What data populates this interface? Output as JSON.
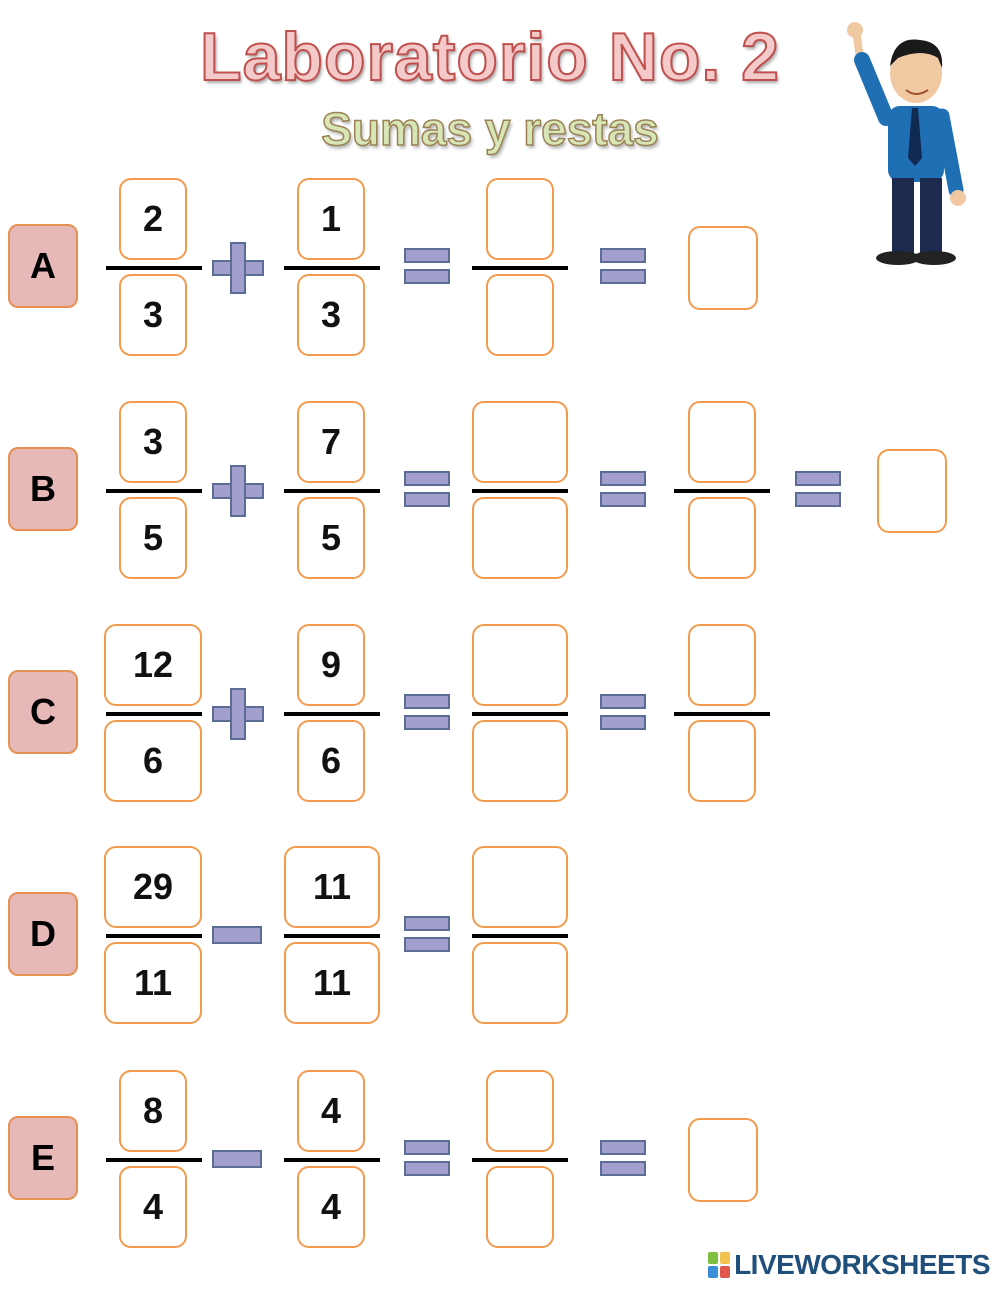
{
  "title": "Laboratorio No. 2",
  "subtitle": "Sumas y restas",
  "brand": "LIVEWORKSHEETS",
  "colors": {
    "box_border": "#f29b4e",
    "label_bg": "#e6b8b7",
    "operator_fill": "#a29fcf",
    "operator_border": "#5b6d95"
  },
  "exercises": [
    {
      "label": "A",
      "f1": {
        "num": "2",
        "den": "3"
      },
      "op": "plus",
      "f2": {
        "num": "1",
        "den": "3"
      }
    },
    {
      "label": "B",
      "f1": {
        "num": "3",
        "den": "5"
      },
      "op": "plus",
      "f2": {
        "num": "7",
        "den": "5"
      }
    },
    {
      "label": "C",
      "f1": {
        "num": "12",
        "den": "6"
      },
      "op": "plus",
      "f2": {
        "num": "9",
        "den": "6"
      }
    },
    {
      "label": "D",
      "f1": {
        "num": "29",
        "den": "11"
      },
      "op": "minus",
      "f2": {
        "num": "11",
        "den": "11"
      }
    },
    {
      "label": "E",
      "f1": {
        "num": "8",
        "den": "4"
      },
      "op": "minus",
      "f2": {
        "num": "4",
        "den": "4"
      }
    }
  ]
}
